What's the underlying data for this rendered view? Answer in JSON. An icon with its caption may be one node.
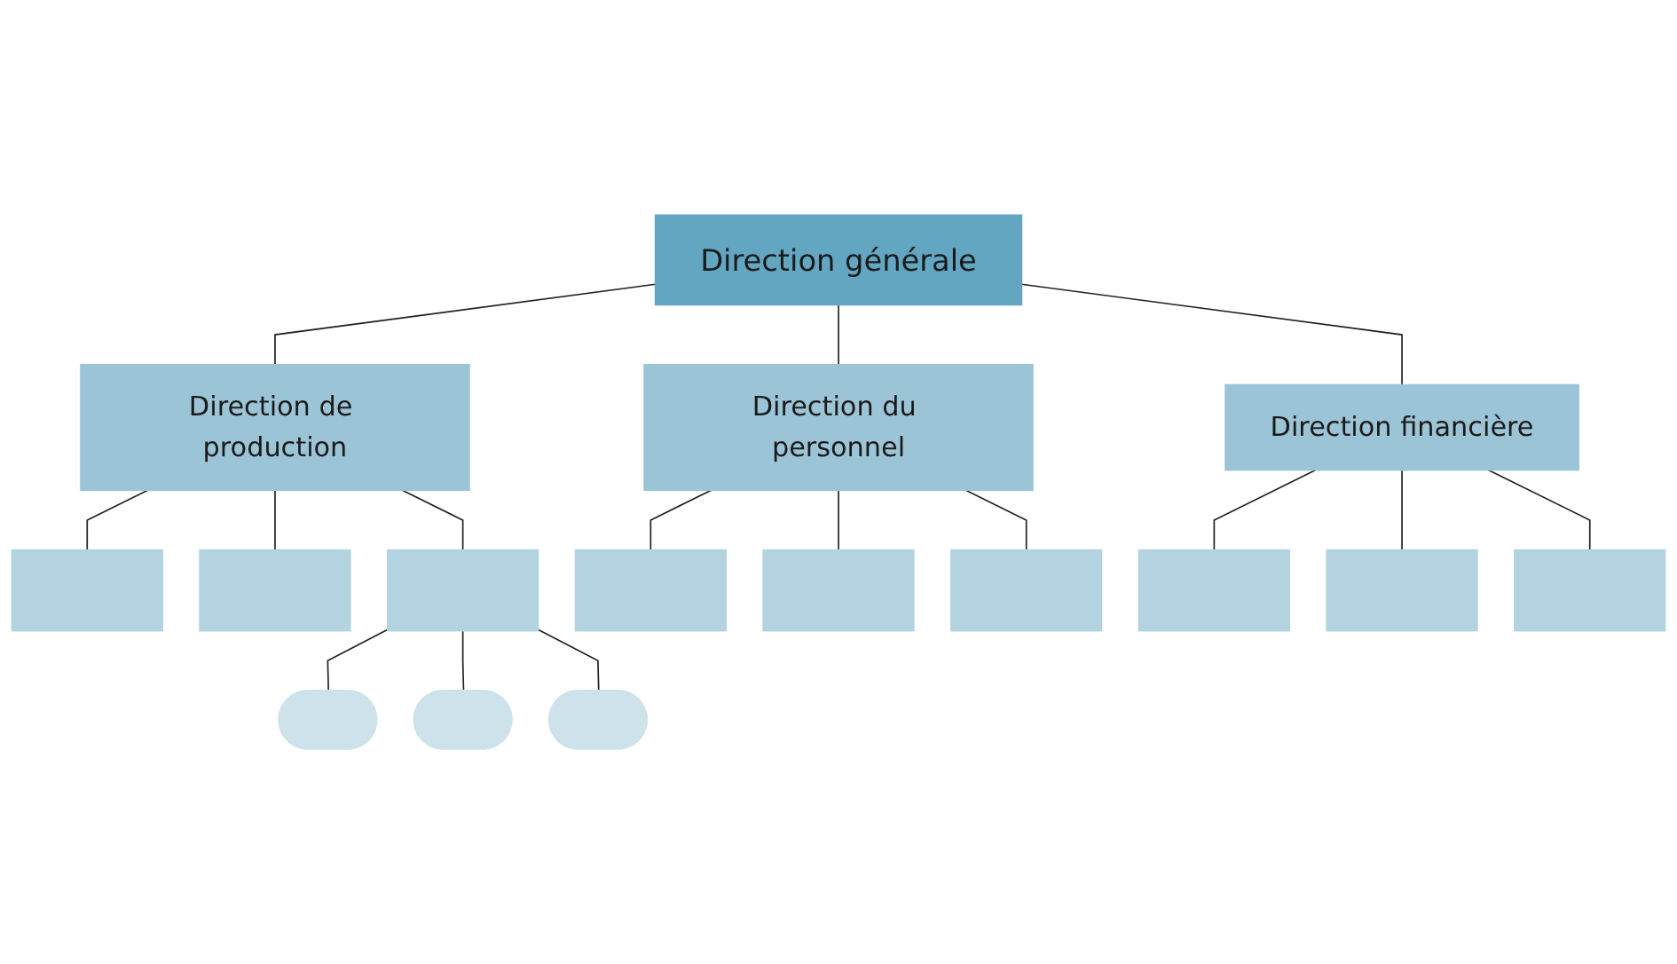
{
  "diagram": {
    "nodes": [
      {
        "text": [
          "Direction générale"
        ]
      },
      {
        "text": [
          "Direction de production"
        ]
      },
      {
        "text": [
          "Direction du personnel"
        ]
      },
      {
        "text": [
          "Direction financière"
        ]
      },
      {
        "text": [],
        "shape": "box"
      },
      {
        "text": [],
        "shape": "box"
      },
      {
        "text": [],
        "shape": "box"
      },
      {
        "text": [],
        "shape": "box"
      },
      {
        "text": [],
        "shape": "box"
      },
      {
        "text": [],
        "shape": "box"
      },
      {
        "text": [],
        "shape": "box"
      },
      {
        "text": [],
        "shape": "box"
      },
      {
        "text": [],
        "shape": "box"
      },
      {
        "text": [],
        "shape": "pill"
      },
      {
        "text": [],
        "shape": "pill"
      },
      {
        "text": [],
        "shape": "pill"
      }
    ],
    "edges": [
      {
        "from": 0,
        "to": 1,
        "arrow": "none"
      },
      {
        "from": 0,
        "to": 2,
        "arrow": "none"
      },
      {
        "from": 0,
        "to": 3,
        "arrow": "none"
      },
      {
        "from": 1,
        "to": 4,
        "arrow": "none"
      },
      {
        "from": 1,
        "to": 5,
        "arrow": "none"
      },
      {
        "from": 1,
        "to": 6,
        "arrow": "none"
      },
      {
        "from": 2,
        "to": 7,
        "arrow": "none"
      },
      {
        "from": 2,
        "to": 8,
        "arrow": "none"
      },
      {
        "from": 2,
        "to": 9,
        "arrow": "none"
      },
      {
        "from": 3,
        "to": 10,
        "arrow": "none"
      },
      {
        "from": 3,
        "to": 11,
        "arrow": "none"
      },
      {
        "from": 3,
        "to": 12,
        "arrow": "none"
      },
      {
        "from": 6,
        "to": 13,
        "arrow": "none"
      },
      {
        "from": 6,
        "to": 14,
        "arrow": "none"
      },
      {
        "from": 6,
        "to": 15,
        "arrow": "none"
      }
    ]
  }
}
